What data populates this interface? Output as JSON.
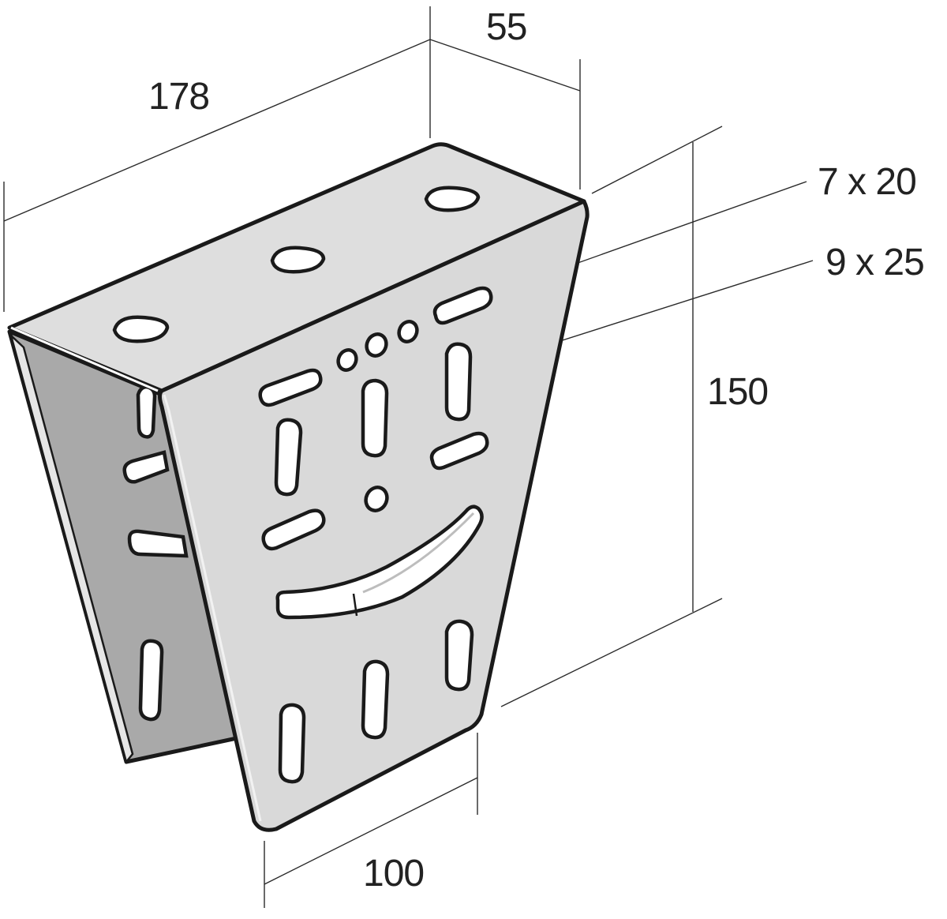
{
  "drawing": {
    "colors": {
      "front_face": "#d9d9d9",
      "top_face": "#dedede",
      "inner_face": "#a9a9a9",
      "edge": "#1a1a1a",
      "dimension_line": "#2a2a2a",
      "text": "#222222"
    },
    "dimensions": {
      "length": "178",
      "depth": "55",
      "slot_small": "7 x 20",
      "slot_large": "9 x 25",
      "height": "150",
      "width": "100"
    }
  }
}
